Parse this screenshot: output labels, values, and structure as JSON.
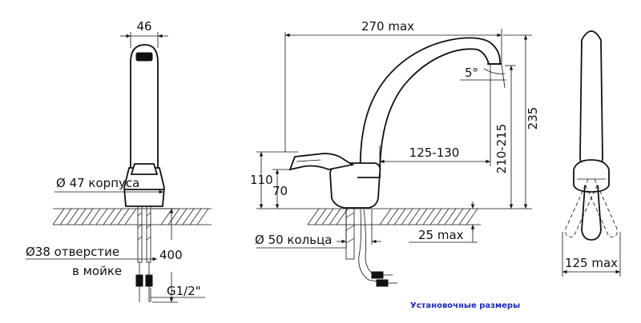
{
  "labels": {
    "front_width": "46",
    "body_diameter": "Ø 47 корпуса",
    "hole_diameter": "Ø38 отверстие",
    "hole_location": "в мойке",
    "hose_length": "400",
    "thread": "G1/2\"",
    "max_reach": "270 max",
    "spout_angle": "5°",
    "spout_height": "235",
    "aerator_height": "210-215",
    "spout_reach": "125-130",
    "lever_height_full": "110",
    "lever_height": "70",
    "ring_diameter": "Ø 50 кольца",
    "countertop_thickness": "25 max",
    "side_width": "125 max"
  },
  "caption": "Установочные размеры",
  "colors": {
    "line": "#111111",
    "caption": "#1a2bbf"
  }
}
